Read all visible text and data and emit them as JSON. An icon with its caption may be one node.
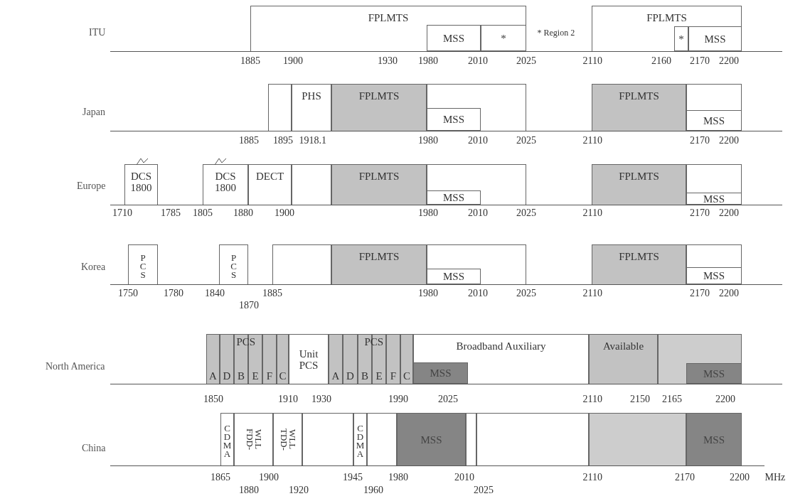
{
  "diagram": {
    "nodes": [
      {
        "text": [
          "FPLMTS"
        ]
      },
      {
        "text": [
          "MSS"
        ],
        "in": 0
      },
      {
        "text": [
          "*"
        ],
        "in": 0
      },
      {
        "text": [
          "FPLMTS"
        ]
      },
      {
        "text": [
          "*"
        ],
        "in": 3
      },
      {
        "text": [
          "MSS"
        ],
        "in": 3
      },
      {
        "text": [],
        "shape": "box"
      },
      {
        "text": [
          "PHS"
        ]
      },
      {
        "text": [
          "FPLMTS"
        ]
      },
      {
        "text": [],
        "shape": "box"
      },
      {
        "text": [
          "MSS"
        ],
        "in": 9
      },
      {
        "text": [
          "FPLMTS"
        ]
      },
      {
        "text": [],
        "shape": "box"
      },
      {
        "text": [
          "MSS"
        ],
        "in": 12
      },
      {
        "text": [
          "DCS 1800"
        ]
      },
      {
        "text": [
          "DCS 1800"
        ]
      },
      {
        "text": [
          "DECT"
        ]
      },
      {
        "text": [],
        "shape": "box"
      },
      {
        "text": [
          "FPLMTS"
        ]
      },
      {
        "text": [],
        "shape": "box"
      },
      {
        "text": [
          "MSS"
        ],
        "in": 19
      },
      {
        "text": [
          "FPLMTS"
        ]
      },
      {
        "text": [],
        "shape": "box"
      },
      {
        "text": [
          "MSS"
        ],
        "in": 22
      },
      {
        "text": [
          "PCS"
        ]
      },
      {
        "text": [
          "PCS"
        ]
      },
      {
        "text": [],
        "shape": "box"
      },
      {
        "text": [
          "FPLMTS"
        ]
      },
      {
        "text": [],
        "shape": "box"
      },
      {
        "text": [
          "MSS"
        ],
        "in": 28
      },
      {
        "text": [
          "FPLMTS"
        ]
      },
      {
        "text": [],
        "shape": "box"
      },
      {
        "text": [
          "MSS"
        ],
        "in": 31
      },
      {
        "text": [
          "A"
        ]
      },
      {
        "text": [
          "D"
        ]
      },
      {
        "text": [
          "B"
        ]
      },
      {
        "text": [
          "E"
        ]
      },
      {
        "text": [
          "F"
        ]
      },
      {
        "text": [
          "C"
        ]
      },
      {
        "text": [
          "Unit PCS"
        ]
      },
      {
        "text": [
          "A"
        ]
      },
      {
        "text": [
          "D"
        ]
      },
      {
        "text": [
          "B"
        ]
      },
      {
        "text": [
          "E"
        ]
      },
      {
        "text": [
          "F"
        ]
      },
      {
        "text": [
          "C"
        ]
      },
      {
        "text": [
          "Broadband Auxiliary"
        ]
      },
      {
        "text": [
          "MSS"
        ],
        "in": 46
      },
      {
        "text": [
          "Available"
        ]
      },
      {
        "text": [],
        "shape": "box"
      },
      {
        "text": [
          "MSS"
        ],
        "in": 49
      },
      {
        "text": [
          "CDMA"
        ]
      },
      {
        "text": [
          "FDD-WLL"
        ]
      },
      {
        "text": [
          "TDD-WLL"
        ]
      },
      {
        "text": [],
        "shape": "box"
      },
      {
        "text": [
          "CDMA"
        ]
      },
      {
        "text": [],
        "shape": "box"
      },
      {
        "text": [
          "MSS"
        ]
      },
      {
        "text": [],
        "shape": "box"
      },
      {
        "text": [],
        "shape": "box"
      },
      {
        "text": [],
        "shape": "box"
      },
      {
        "text": [
          "MSS"
        ]
      }
    ],
    "labels": [
      "ITU",
      "* Region 2",
      "1885",
      "1900",
      "1930",
      "1980",
      "2010",
      "2025",
      "2110",
      "2160",
      "2170",
      "2200",
      "Japan",
      "1885",
      "1895",
      "1918.1",
      "1980",
      "2010",
      "2025",
      "2110",
      "2170",
      "2200",
      "Europe",
      "1710",
      "1785",
      "1805",
      "1880",
      "1900",
      "1980",
      "2010",
      "2025",
      "2110",
      "2170",
      "2200",
      "Korea",
      "1750",
      "1780",
      "1840",
      "1885",
      "1980",
      "2010",
      "2025",
      "2110",
      "2170",
      "2200",
      "1870",
      "North America",
      "PCS",
      "PCS",
      "1850",
      "1910",
      "1930",
      "1990",
      "2025",
      "2110",
      "2150",
      "2165",
      "2200",
      "China",
      "1865",
      "1900",
      "1945",
      "1980",
      "2010",
      "2110",
      "2170",
      "2200",
      "MHz",
      "1880",
      "1920",
      "1960",
      "2025"
    ]
  }
}
